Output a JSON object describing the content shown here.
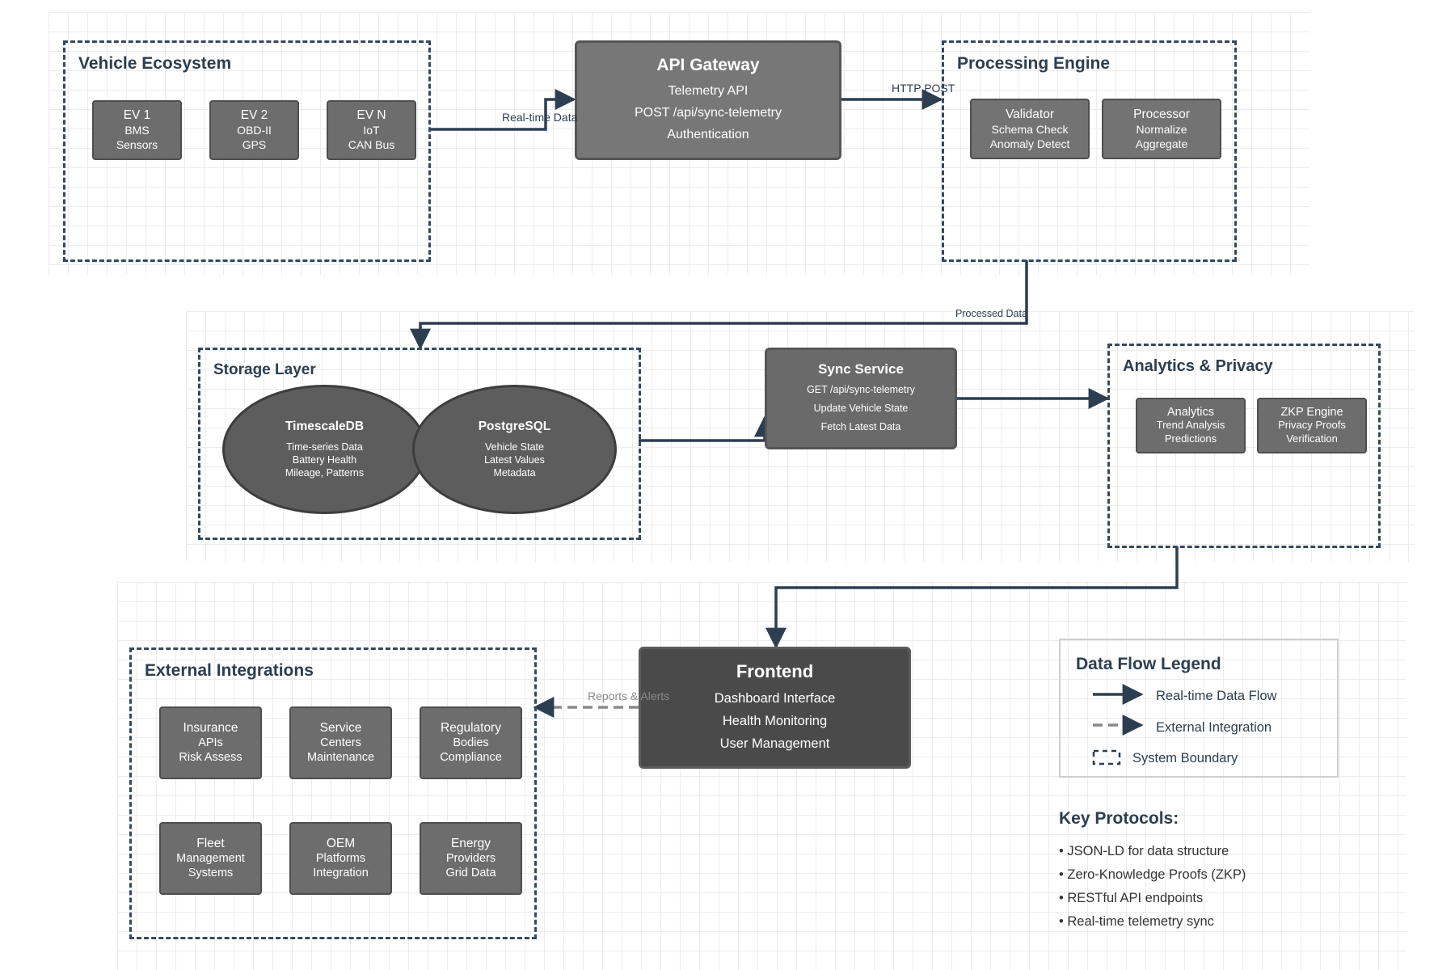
{
  "groups": {
    "vehicle": {
      "title": "Vehicle Ecosystem",
      "nodes": [
        {
          "l1": "EV 1",
          "l2": "BMS",
          "l3": "Sensors"
        },
        {
          "l1": "EV 2",
          "l2": "OBD-II",
          "l3": "GPS"
        },
        {
          "l1": "EV N",
          "l2": "IoT",
          "l3": "CAN Bus"
        }
      ]
    },
    "processing": {
      "title": "Processing Engine",
      "nodes": [
        {
          "l1": "Validator",
          "l2": "Schema Check",
          "l3": "Anomaly Detect"
        },
        {
          "l1": "Processor",
          "l2": "Normalize",
          "l3": "Aggregate"
        }
      ]
    },
    "storage": {
      "title": "Storage Layer",
      "nodes": [
        {
          "title": "TimescaleDB",
          "l1": "Time-series Data",
          "l2": "Battery Health",
          "l3": "Mileage, Patterns"
        },
        {
          "title": "PostgreSQL",
          "l1": "Vehicle State",
          "l2": "Latest Values",
          "l3": "Metadata"
        }
      ]
    },
    "analytics": {
      "title": "Analytics & Privacy",
      "nodes": [
        {
          "l1": "Analytics",
          "l2": "Trend Analysis",
          "l3": "Predictions"
        },
        {
          "l1": "ZKP Engine",
          "l2": "Privacy Proofs",
          "l3": "Verification"
        }
      ]
    },
    "external": {
      "title": "External Integrations",
      "nodes": [
        {
          "l1": "Insurance",
          "l2": "APIs",
          "l3": "Risk Assess"
        },
        {
          "l1": "Service",
          "l2": "Centers",
          "l3": "Maintenance"
        },
        {
          "l1": "Regulatory",
          "l2": "Bodies",
          "l3": "Compliance"
        },
        {
          "l1": "Fleet",
          "l2": "Management",
          "l3": "Systems"
        },
        {
          "l1": "OEM",
          "l2": "Platforms",
          "l3": "Integration"
        },
        {
          "l1": "Energy",
          "l2": "Providers",
          "l3": "Grid Data"
        }
      ]
    }
  },
  "api_gateway": {
    "title": "API Gateway",
    "l1": "Telemetry API",
    "l2": "POST /api/sync-telemetry",
    "l3": "Authentication"
  },
  "sync_service": {
    "title": "Sync Service",
    "l1": "GET /api/sync-telemetry",
    "l2": "Update Vehicle State",
    "l3": "Fetch Latest Data"
  },
  "frontend": {
    "title": "Frontend",
    "l1": "Dashboard Interface",
    "l2": "Health Monitoring",
    "l3": "User Management"
  },
  "edges": {
    "realtime": "Real-time Data",
    "http_post": "HTTP POST",
    "processed": "Processed Data",
    "reports": "Reports & Alerts"
  },
  "legend": {
    "title": "Data Flow Legend",
    "realtime": "Real-time Data Flow",
    "external": "External Integration",
    "boundary": "System Boundary"
  },
  "protocols": {
    "title": "Key Protocols:",
    "items": [
      "• JSON-LD for data structure",
      "• Zero-Knowledge Proofs (ZKP)",
      "• RESTful API endpoints",
      "• Real-time telemetry sync"
    ]
  },
  "colors": {
    "line": "#2c3e50",
    "dashed_line": "#8a8a8a",
    "node": "#6d6d6d",
    "frontend": "#4a4a4a",
    "boundary": "#34495e"
  }
}
